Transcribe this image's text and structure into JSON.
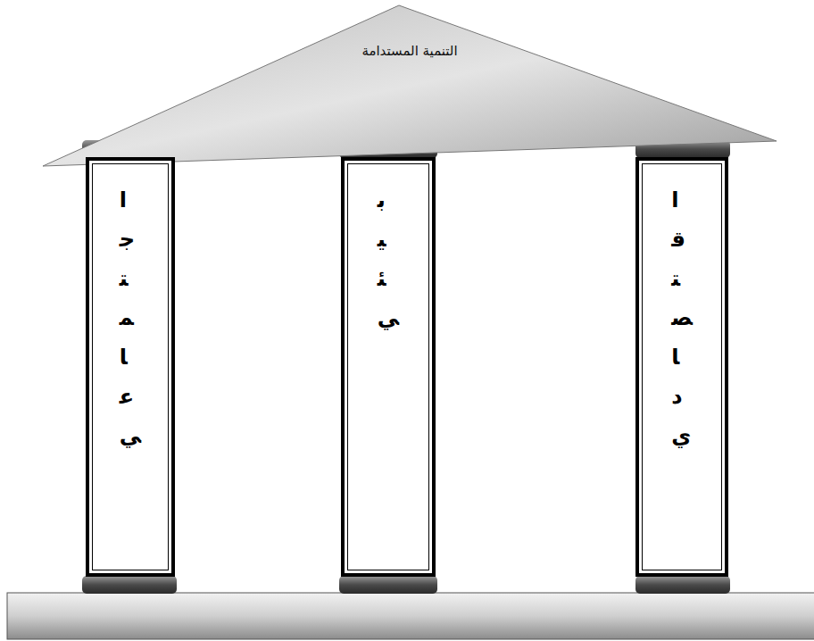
{
  "diagram": {
    "nodes": [
      {
        "text": [
          "التنمية المستدامة"
        ]
      },
      {
        "text": [
          "اقتصادي"
        ]
      },
      {
        "text": [
          "بيئي"
        ]
      },
      {
        "text": [
          "اجتماعي"
        ]
      }
    ]
  }
}
